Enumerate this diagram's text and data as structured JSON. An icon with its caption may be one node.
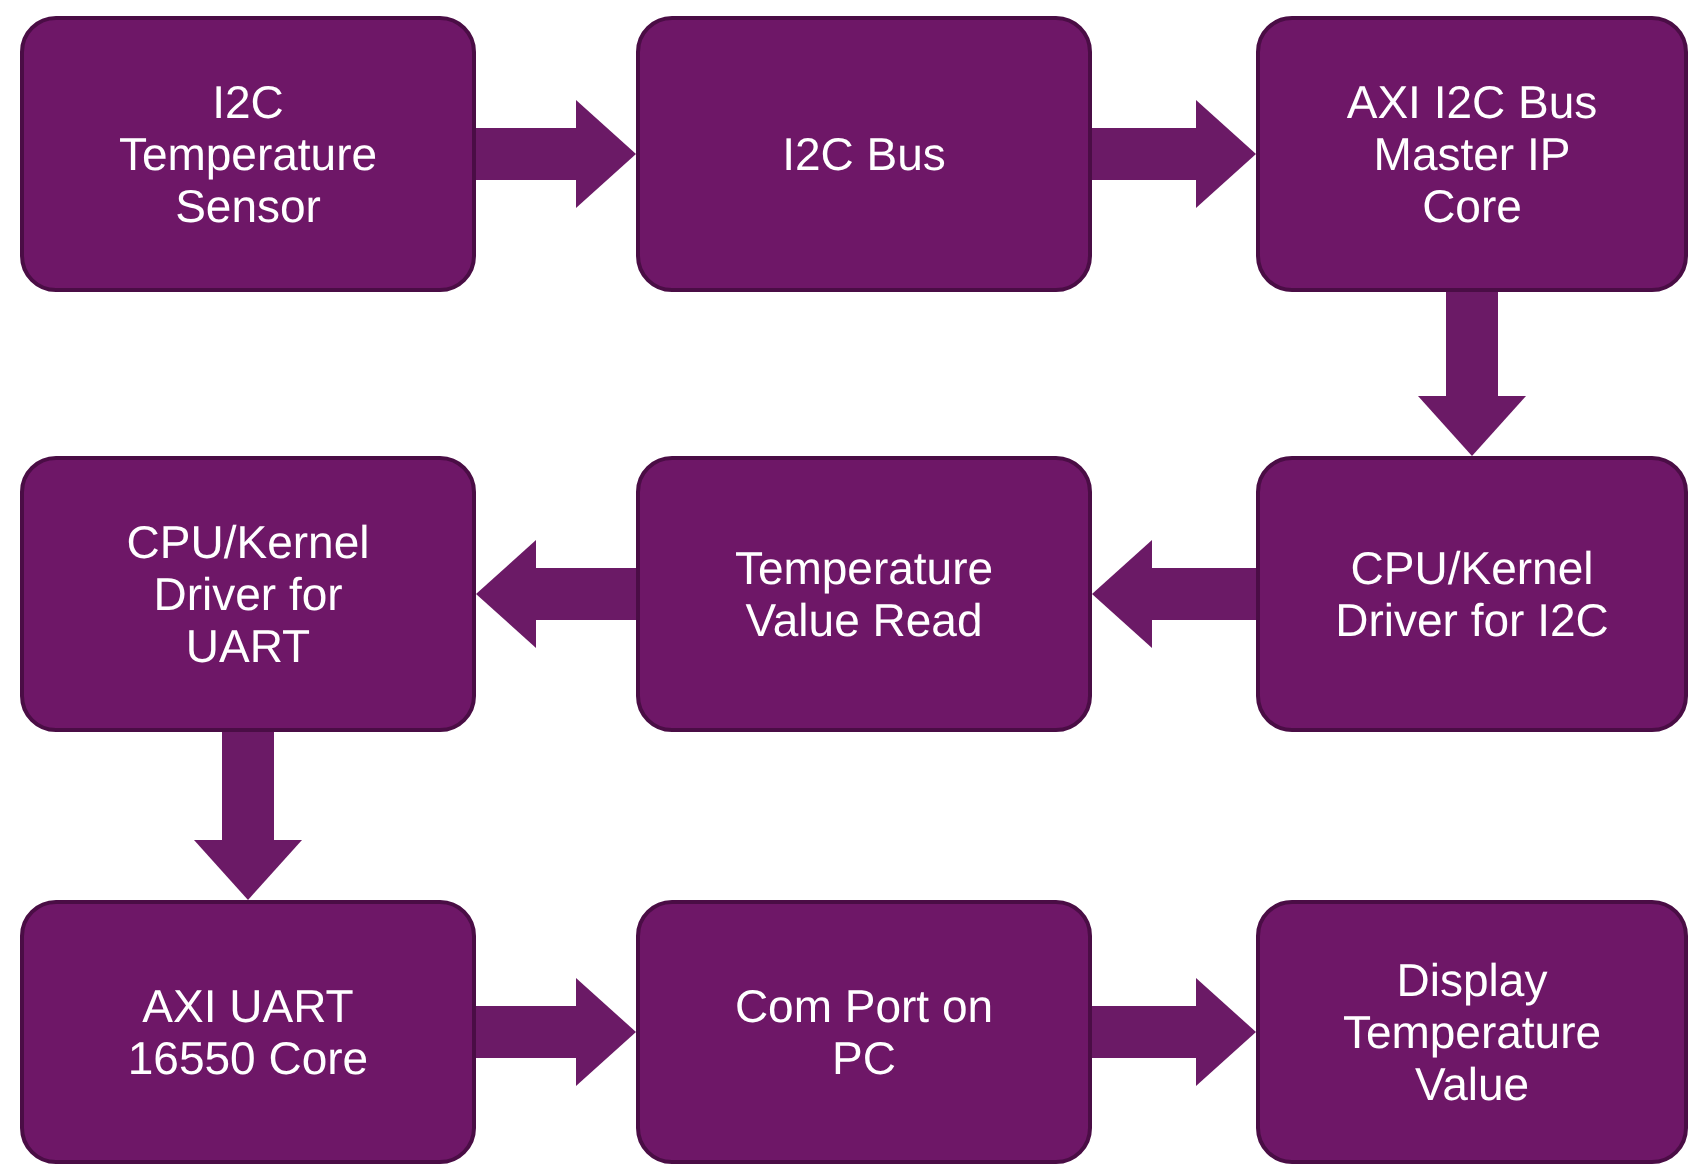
{
  "diagram": {
    "nodes": [
      {
        "text": [
          "I2C Temperature Sensor"
        ]
      },
      {
        "text": [
          "I2C Bus"
        ]
      },
      {
        "text": [
          "AXI I2C Bus Master IP Core"
        ]
      },
      {
        "text": [
          "CPU/Kernel Driver for UART"
        ]
      },
      {
        "text": [
          "Temperature Value Read"
        ]
      },
      {
        "text": [
          "CPU/Kernel Driver for I2C"
        ]
      },
      {
        "text": [
          "AXI UART 16550 Core"
        ]
      },
      {
        "text": [
          "Com Port on PC"
        ]
      },
      {
        "text": [
          "Display Temperature Value"
        ]
      }
    ],
    "edges": [
      {
        "from": 0,
        "to": 1,
        "arrow": "to"
      },
      {
        "from": 1,
        "to": 2,
        "arrow": "to"
      },
      {
        "from": 2,
        "to": 5,
        "arrow": "to"
      },
      {
        "from": 5,
        "to": 4,
        "arrow": "to"
      },
      {
        "from": 4,
        "to": 3,
        "arrow": "to"
      },
      {
        "from": 3,
        "to": 6,
        "arrow": "to"
      },
      {
        "from": 6,
        "to": 7,
        "arrow": "to"
      },
      {
        "from": 7,
        "to": 8,
        "arrow": "to"
      }
    ]
  }
}
